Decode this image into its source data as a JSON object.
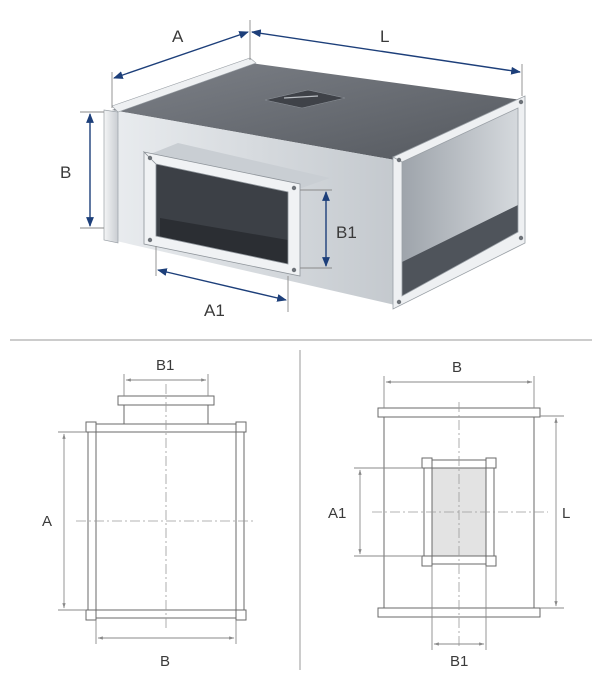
{
  "labels": {
    "iso_A": "A",
    "iso_L": "L",
    "iso_B": "B",
    "iso_B1": "B1",
    "iso_A1": "A1",
    "front_B1": "B1",
    "front_A": "A",
    "front_B": "B",
    "top_B": "B",
    "top_A1": "A1",
    "top_L": "L",
    "top_B1": "B1"
  },
  "colors": {
    "dimension_arrow": "#1d3f7a",
    "drawing_line": "#6a6a6a",
    "steel_light": "#e2e6ea",
    "steel_dark": "#5a5f66"
  }
}
